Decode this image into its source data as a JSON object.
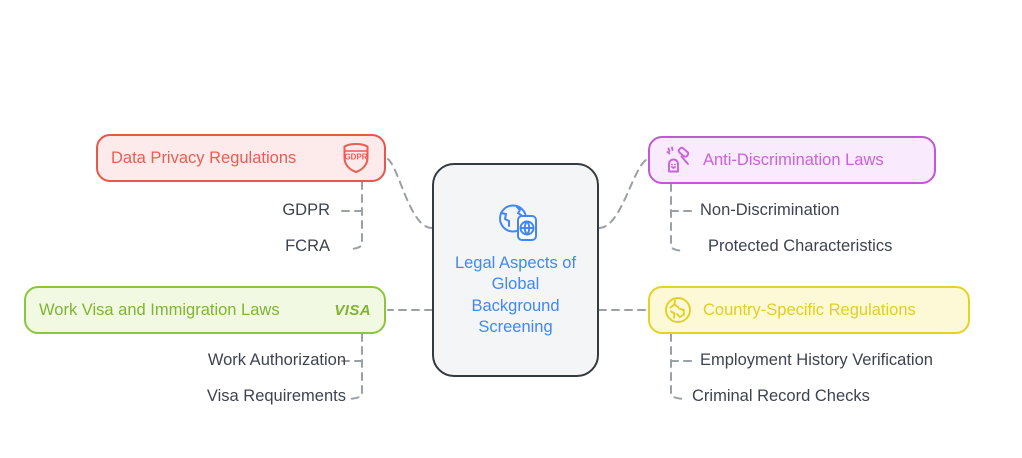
{
  "diagram": {
    "type": "mind-map",
    "center": {
      "label": "Legal Aspects of Global Background Screening",
      "icon": "globe-passport-icon",
      "text_color": "#4287f5",
      "fill": "#f4f5f6",
      "border": "#333a40"
    },
    "branches": [
      {
        "id": "data-privacy",
        "label": "Data Privacy Regulations",
        "icon": "gdpr-shield-icon",
        "icon_text": "GDPR",
        "position": "top-left",
        "color": "#ea5d52",
        "border": "#e8574c",
        "fill": "#fdeaea",
        "children": [
          {
            "label": "GDPR"
          },
          {
            "label": "FCRA"
          }
        ]
      },
      {
        "id": "anti-discrimination",
        "label": "Anti-Discrimination Laws",
        "icon": "gavel-icon",
        "position": "top-right",
        "color": "#cb61dd",
        "border": "#c159d4",
        "fill": "#faeafd",
        "children": [
          {
            "label": "Non-Discrimination"
          },
          {
            "label": "Protected Characteristics"
          }
        ]
      },
      {
        "id": "work-visa",
        "label": "Work Visa and Immigration Laws",
        "icon": "visa-logo-icon",
        "icon_text": "VISA",
        "position": "bottom-left",
        "color": "#7fb52f",
        "border": "#8cc63e",
        "fill": "#f2f9e2",
        "children": [
          {
            "label": "Work Authorization"
          },
          {
            "label": "Visa Requirements"
          }
        ]
      },
      {
        "id": "country-specific",
        "label": "Country-Specific Regulations",
        "icon": "globe-network-icon",
        "position": "bottom-right",
        "color": "#e1cf21",
        "border": "#e3d421",
        "fill": "#fdf8d6",
        "children": [
          {
            "label": "Employment History Verification"
          },
          {
            "label": "Criminal Record Checks"
          }
        ]
      }
    ],
    "connector": {
      "style": "dashed",
      "color": "#9aa0a6"
    }
  }
}
